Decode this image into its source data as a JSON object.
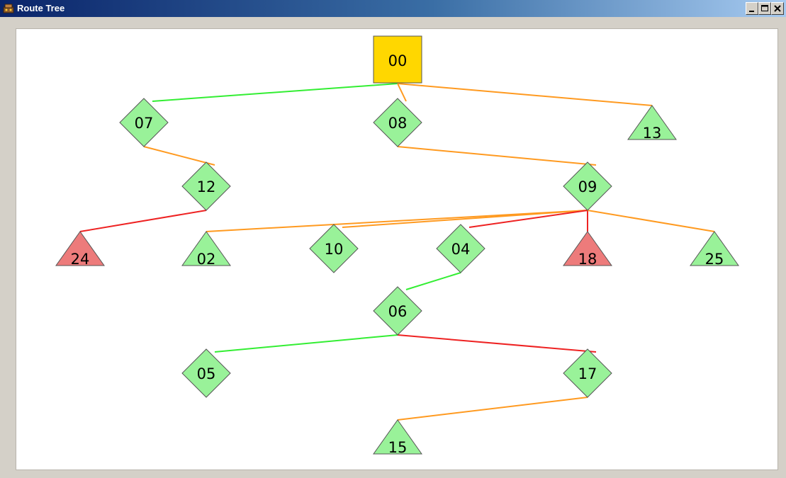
{
  "window": {
    "title": "Route Tree",
    "controls": {
      "minimize_icon": "minimize-icon",
      "maximize_icon": "maximize-icon",
      "close_icon": "close-icon"
    }
  },
  "tree": {
    "colors": {
      "green_edge": "#33ee33",
      "orange_edge": "#ff9a20",
      "red_edge": "#ee2222",
      "green_fill": "#99f299",
      "red_fill": "#ed7b7b",
      "root_fill": "#ffd700",
      "outline": "#555555"
    },
    "nodes": [
      {
        "id": "00",
        "label": "00",
        "shape": "square",
        "status": "root"
      },
      {
        "id": "07",
        "label": "07",
        "shape": "diamond",
        "status": "ok"
      },
      {
        "id": "08",
        "label": "08",
        "shape": "diamond",
        "status": "ok"
      },
      {
        "id": "13",
        "label": "13",
        "shape": "triangle",
        "status": "ok"
      },
      {
        "id": "12",
        "label": "12",
        "shape": "diamond",
        "status": "ok"
      },
      {
        "id": "09",
        "label": "09",
        "shape": "diamond",
        "status": "ok"
      },
      {
        "id": "24",
        "label": "24",
        "shape": "triangle",
        "status": "error"
      },
      {
        "id": "02",
        "label": "02",
        "shape": "triangle",
        "status": "ok"
      },
      {
        "id": "10",
        "label": "10",
        "shape": "diamond",
        "status": "ok"
      },
      {
        "id": "04",
        "label": "04",
        "shape": "diamond",
        "status": "ok"
      },
      {
        "id": "18",
        "label": "18",
        "shape": "triangle",
        "status": "error"
      },
      {
        "id": "25",
        "label": "25",
        "shape": "triangle",
        "status": "ok"
      },
      {
        "id": "06",
        "label": "06",
        "shape": "diamond",
        "status": "ok"
      },
      {
        "id": "05",
        "label": "05",
        "shape": "diamond",
        "status": "ok"
      },
      {
        "id": "17",
        "label": "17",
        "shape": "diamond",
        "status": "ok"
      },
      {
        "id": "15",
        "label": "15",
        "shape": "triangle",
        "status": "ok"
      }
    ],
    "edges": [
      {
        "from": "00",
        "to": "07",
        "quality": "green"
      },
      {
        "from": "00",
        "to": "08",
        "quality": "orange"
      },
      {
        "from": "00",
        "to": "13",
        "quality": "orange"
      },
      {
        "from": "07",
        "to": "12",
        "quality": "orange"
      },
      {
        "from": "08",
        "to": "09",
        "quality": "orange"
      },
      {
        "from": "12",
        "to": "24",
        "quality": "red"
      },
      {
        "from": "09",
        "to": "02",
        "quality": "orange"
      },
      {
        "from": "09",
        "to": "10",
        "quality": "orange"
      },
      {
        "from": "09",
        "to": "04",
        "quality": "red"
      },
      {
        "from": "09",
        "to": "18",
        "quality": "red"
      },
      {
        "from": "09",
        "to": "25",
        "quality": "orange"
      },
      {
        "from": "04",
        "to": "06",
        "quality": "green"
      },
      {
        "from": "06",
        "to": "05",
        "quality": "green"
      },
      {
        "from": "06",
        "to": "17",
        "quality": "red"
      },
      {
        "from": "17",
        "to": "15",
        "quality": "orange"
      }
    ]
  }
}
